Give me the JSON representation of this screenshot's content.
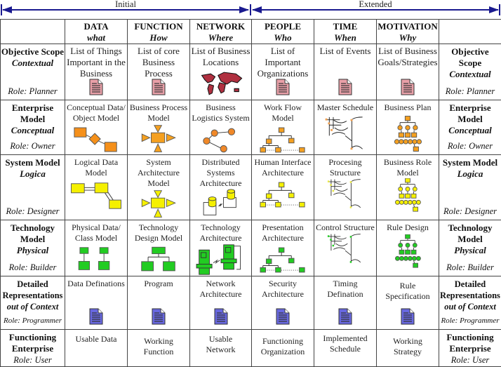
{
  "spans": [
    {
      "label": "Initial"
    },
    {
      "label": "Extended"
    }
  ],
  "columns": [
    {
      "title": "DATA",
      "subtitle": "what"
    },
    {
      "title": "FUNCTION",
      "subtitle": "How"
    },
    {
      "title": "NETWORK",
      "subtitle": "Where"
    },
    {
      "title": "PEOPLE",
      "subtitle": "Who"
    },
    {
      "title": "TIME",
      "subtitle": "When"
    },
    {
      "title": "MOTIVATION",
      "subtitle": "Why"
    }
  ],
  "rows": [
    {
      "title": "Objective Scope",
      "perspective": "Contextual",
      "role": "Role: Planner",
      "cells": [
        {
          "text": "List of Things Important in the Business",
          "icon": "red-document-icon"
        },
        {
          "text": "List of core Business Process",
          "icon": "red-document-icon"
        },
        {
          "text": "List of Business Locations",
          "icon": "world-map-icon"
        },
        {
          "text": "List of Important Organizations",
          "icon": "red-document-icon"
        },
        {
          "text": "List of Events",
          "icon": "red-document-icon"
        },
        {
          "text": "List of Business Goals/Strategies",
          "icon": "red-document-icon"
        }
      ]
    },
    {
      "title": "Enterprise Model",
      "perspective": "Conceptual",
      "role": "Role: Owner",
      "cells": [
        {
          "text": "Conceptual Data/ Object Model",
          "icon": "entity-relationship-icon"
        },
        {
          "text": "Business Process Model",
          "icon": "process-arrows-icon"
        },
        {
          "text": "Business Logistics System",
          "icon": "node-network-icon"
        },
        {
          "text": "Work Flow Model",
          "icon": "org-chart-icon"
        },
        {
          "text": "Master Schedule",
          "icon": "schedule-flow-icon"
        },
        {
          "text": "Business Plan",
          "icon": "hierarchy-tree-icon"
        }
      ]
    },
    {
      "title": "System Model",
      "perspective": "Logica",
      "role": "Role: Designer",
      "cells": [
        {
          "text": "Logical Data Model",
          "icon": "entity-relationship-icon"
        },
        {
          "text": "System Architecture  Model",
          "icon": "process-arrows-icon"
        },
        {
          "text": "Distributed Systems Architecture",
          "icon": "database-network-icon"
        },
        {
          "text": "Human Interface Architecture",
          "icon": "org-chart-icon"
        },
        {
          "text": "Procesing Structure",
          "icon": "schedule-flow-icon"
        },
        {
          "text": "Business Role Model",
          "icon": "hierarchy-tree-icon"
        }
      ]
    },
    {
      "title": "Technology Model",
      "perspective": "Physical",
      "role": "Role: Builder",
      "cells": [
        {
          "text": "Physical Data/ Class Model",
          "icon": "class-model-icon"
        },
        {
          "text": "Technology Design Model",
          "icon": "tree-design-icon"
        },
        {
          "text": "Technology Architecture",
          "icon": "computer-hardware-icon"
        },
        {
          "text": "Presentation Architecture",
          "icon": "org-chart-icon"
        },
        {
          "text": "Control Structure",
          "icon": "schedule-flow-icon"
        },
        {
          "text": "Rule Design",
          "icon": "hierarchy-tree-icon"
        }
      ]
    },
    {
      "title": "Detailed Representations",
      "perspective": "out of Context",
      "role": "Role: Programmer",
      "cells": [
        {
          "text": "Data Definations",
          "icon": "blue-document-icon"
        },
        {
          "text": "Program",
          "icon": "blue-document-icon"
        },
        {
          "text": "Network Architecture",
          "icon": "blue-document-icon"
        },
        {
          "text": "Security Architecture",
          "icon": "blue-document-icon"
        },
        {
          "text": "Timing Defination",
          "icon": "blue-document-icon"
        },
        {
          "text": "Rule Specification",
          "icon": "blue-document-icon"
        }
      ]
    },
    {
      "title": "Functioning Enterprise",
      "perspective": "",
      "role": "Role: User",
      "cells": [
        {
          "text": "Usable Data"
        },
        {
          "text": "Working Function"
        },
        {
          "text": "Usable Network"
        },
        {
          "text": "Functioning Organization"
        },
        {
          "text": "Implemented Schedule"
        },
        {
          "text": "Working Strategy"
        }
      ]
    }
  ],
  "colors": {
    "arrow": "#1a1a8f",
    "planner_doc": "#e8a0a8",
    "owner": "#f5a020",
    "designer": "#f5f000",
    "builder": "#22cc22",
    "programmer_doc": "#6868e0"
  }
}
